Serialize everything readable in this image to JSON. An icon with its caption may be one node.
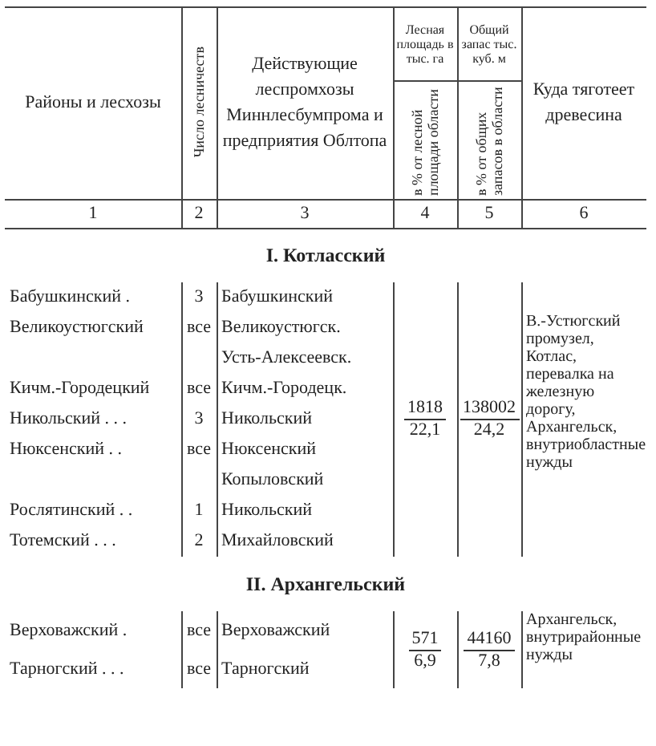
{
  "diagram": {
    "labels": [
      "Районы и лесхозы",
      "Число лесничеств",
      "Действующие леспромхозы Миннлесбумпрома и предприятия Облтопа",
      "Лесная площадь в тыс. га",
      "в % от лесной площади области",
      "Общий запас тыс. куб. м",
      "в % от общих запасов в области",
      "Куда тяготеет древесина",
      "1",
      "2",
      "3",
      "4",
      "5",
      "6",
      "I. Котласский",
      "Бабушкинский .",
      "3",
      "Бабушкинский",
      "Великоустюгский",
      "все",
      "Великоустюгск.",
      "Усть-Алексеевск.",
      "Кичм.-Городецкий",
      "все",
      "Кичм.-Городецк.",
      "Никольский . . .",
      "3",
      "Никольский",
      "Нюксенский . .",
      "все",
      "Нюксенский",
      "Копыловский",
      "Рослятинский . .",
      "1",
      "Никольский",
      "Тотемский . . .",
      "2",
      "Михайловский",
      "1818",
      "22,1",
      "138002",
      "24,2",
      "В.-Устюгский промузел, Котлас, перевалка на железную дорогу, Архангельск, внутриобластные нужды",
      "II. Архангельский",
      "Верховажский .",
      "все",
      "Верховажский",
      "Тарногский . . .",
      "все",
      "Тарногский",
      "571",
      "6,9",
      "44160",
      "7,8",
      "Архангельск, внутрирайонные нужды"
    ]
  }
}
